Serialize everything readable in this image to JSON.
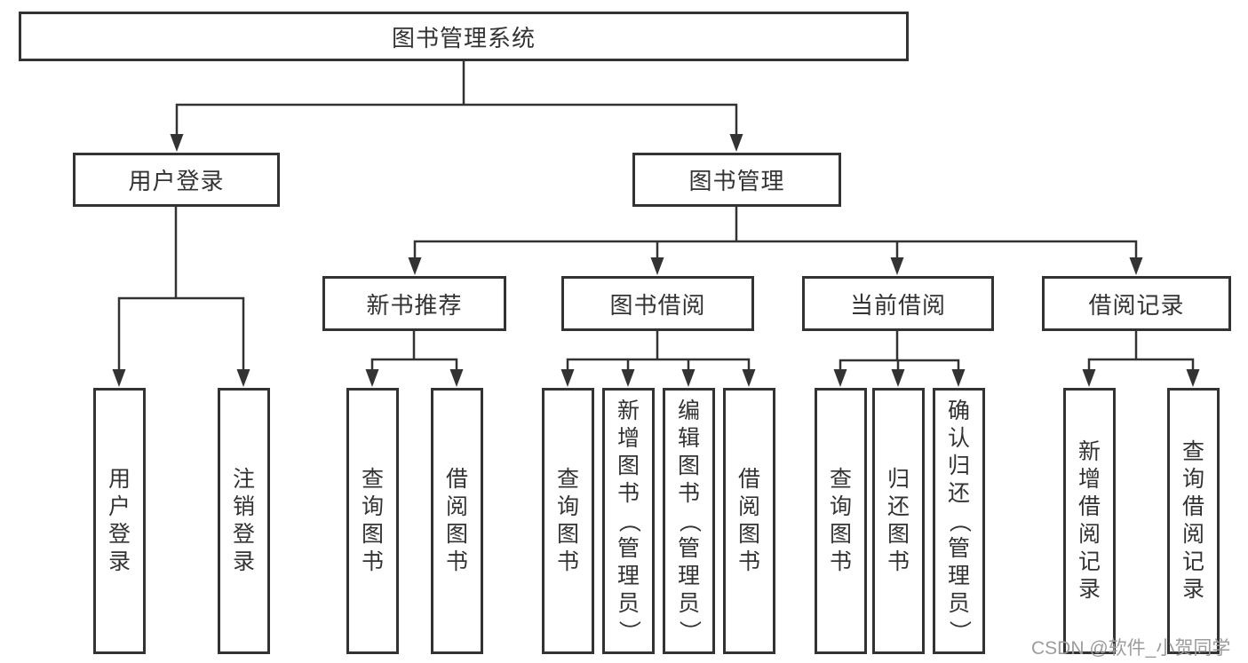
{
  "diagram": {
    "watermark": "CSDN @软件_小贺同学",
    "colors": {
      "line": "#333333",
      "box_border": "#333333",
      "text": "#333333",
      "watermark": "#9c9c9c",
      "background": "#ffffff"
    },
    "tree": {
      "root": {
        "label": "图书管理系统"
      },
      "branches": [
        {
          "label": "用户登录",
          "children": [
            {
              "label": "用户登录"
            },
            {
              "label": "注销登录"
            }
          ]
        },
        {
          "label": "图书管理",
          "children": [
            {
              "label": "新书推荐",
              "children": [
                {
                  "label": "查询图书"
                },
                {
                  "label": "借阅图书"
                }
              ]
            },
            {
              "label": "图书借阅",
              "children": [
                {
                  "label": "查询图书"
                },
                {
                  "label": "新增图书（管理员）"
                },
                {
                  "label": "编辑图书（管理员）"
                },
                {
                  "label": "借阅图书"
                }
              ]
            },
            {
              "label": "当前借阅",
              "children": [
                {
                  "label": "查询图书"
                },
                {
                  "label": "归还图书"
                },
                {
                  "label": "确认归还（管理员）"
                }
              ]
            },
            {
              "label": "借阅记录",
              "children": [
                {
                  "label": "新增借阅记录"
                },
                {
                  "label": "查询借阅记录"
                }
              ]
            }
          ]
        }
      ]
    }
  }
}
